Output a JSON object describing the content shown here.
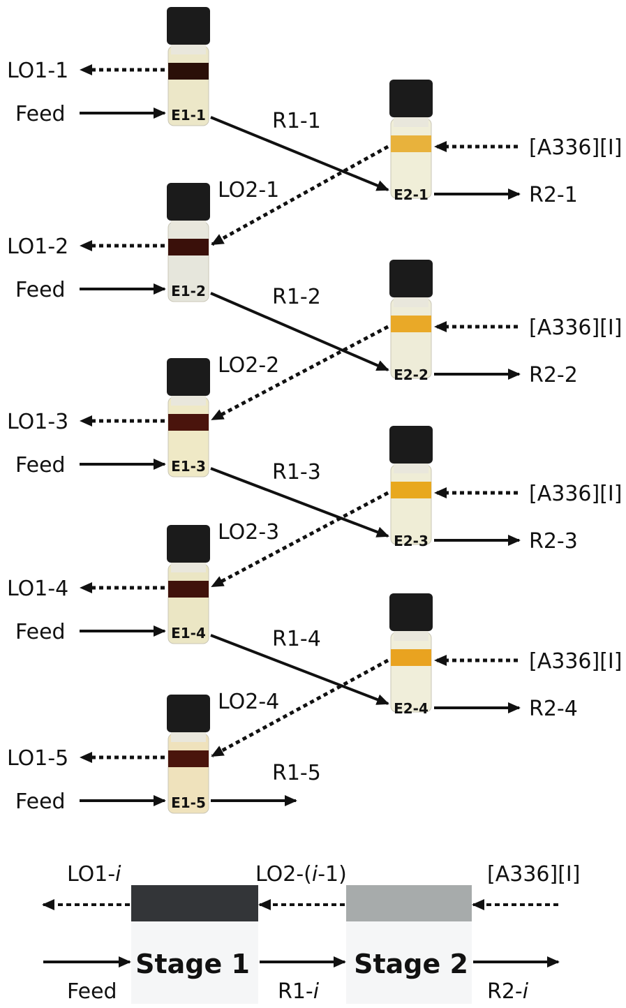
{
  "vials": {
    "e1": [
      {
        "label": "E1-1",
        "top_label": "",
        "out_label": "LO1-1",
        "feed_label": "Feed",
        "raffinate_label": "R1-1",
        "band_color": "#2a0f08",
        "liquid_color": "#ece7c8"
      },
      {
        "label": "E1-2",
        "top_label": "LO2-1",
        "out_label": "LO1-2",
        "feed_label": "Feed",
        "raffinate_label": "R1-2",
        "band_color": "#3a100a",
        "liquid_color": "#e6e6dc"
      },
      {
        "label": "E1-3",
        "top_label": "LO2-2",
        "out_label": "LO1-3",
        "feed_label": "Feed",
        "raffinate_label": "R1-3",
        "band_color": "#4a140c",
        "liquid_color": "#efe9c6"
      },
      {
        "label": "E1-4",
        "top_label": "LO2-3",
        "out_label": "LO1-4",
        "feed_label": "Feed",
        "raffinate_label": "R1-4",
        "band_color": "#40120b",
        "liquid_color": "#ebe6c4"
      },
      {
        "label": "E1-5",
        "top_label": "LO2-4",
        "out_label": "LO1-5",
        "feed_label": "Feed",
        "raffinate_label": "R1-5",
        "band_color": "#4a150c",
        "liquid_color": "#efe2bc"
      }
    ],
    "e2": [
      {
        "label": "E2-1",
        "in_label": "[A336][I]",
        "out_label": "R2-1",
        "band_color": "#e8b23c",
        "liquid_color": "#f0eed8"
      },
      {
        "label": "E2-2",
        "in_label": "[A336][I]",
        "out_label": "R2-2",
        "band_color": "#e9a928",
        "liquid_color": "#eeecd8"
      },
      {
        "label": "E2-3",
        "in_label": "[A336][I]",
        "out_label": "R2-3",
        "band_color": "#e8a81e",
        "liquid_color": "#efedd6"
      },
      {
        "label": "E2-4",
        "in_label": "[A336][I]",
        "out_label": "R2-4",
        "band_color": "#e9a320",
        "liquid_color": "#f0eeda"
      }
    ],
    "cap_color": "#1b1b1b"
  },
  "scheme": {
    "stage1_label": "Stage 1",
    "stage2_label": "Stage 2",
    "lo1_prefix": "LO1-",
    "lo2_prefix": "LO2-(",
    "lo2_suffix": "-1)",
    "italic_i": "i",
    "a336_label": "[A336][I]",
    "feed_label": "Feed",
    "r1_prefix": "R1-",
    "r2_prefix": "R2-",
    "stage1_color": "#333538",
    "stage2_color": "#a7abab",
    "stage_body_color": "#f5f6f7"
  }
}
